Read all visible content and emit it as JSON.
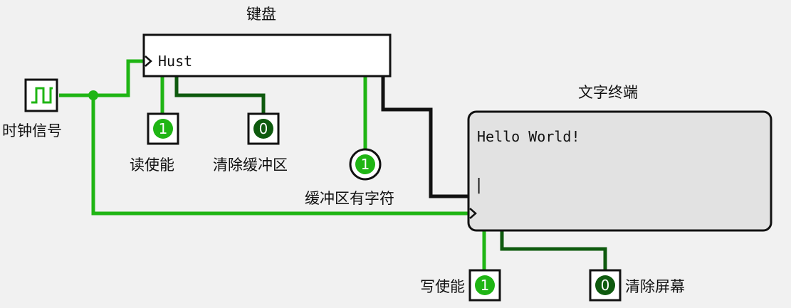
{
  "keyboard": {
    "title": "键盘",
    "buffer_text": "Hust"
  },
  "terminal": {
    "title": "文字终端",
    "text": "Hello World!",
    "cursor": "|"
  },
  "clock": {
    "label": "时钟信号"
  },
  "pins": {
    "read_enable": {
      "label": "读使能",
      "value": "1"
    },
    "clear_buffer": {
      "label": "清除缓冲区",
      "value": "0"
    },
    "buffer_has_char": {
      "label": "缓冲区有字符",
      "value": "1"
    },
    "write_enable": {
      "label": "写使能",
      "value": "1"
    },
    "clear_screen": {
      "label": "清除屏幕",
      "value": "0"
    }
  },
  "colors": {
    "wire_on": "#1fb514",
    "wire_off": "#0e5a0e",
    "wire_bus": "#111111",
    "pin_on": "#1fb514",
    "pin_off": "#0e5a0e",
    "terminal_bg": "#e2e2e2"
  }
}
